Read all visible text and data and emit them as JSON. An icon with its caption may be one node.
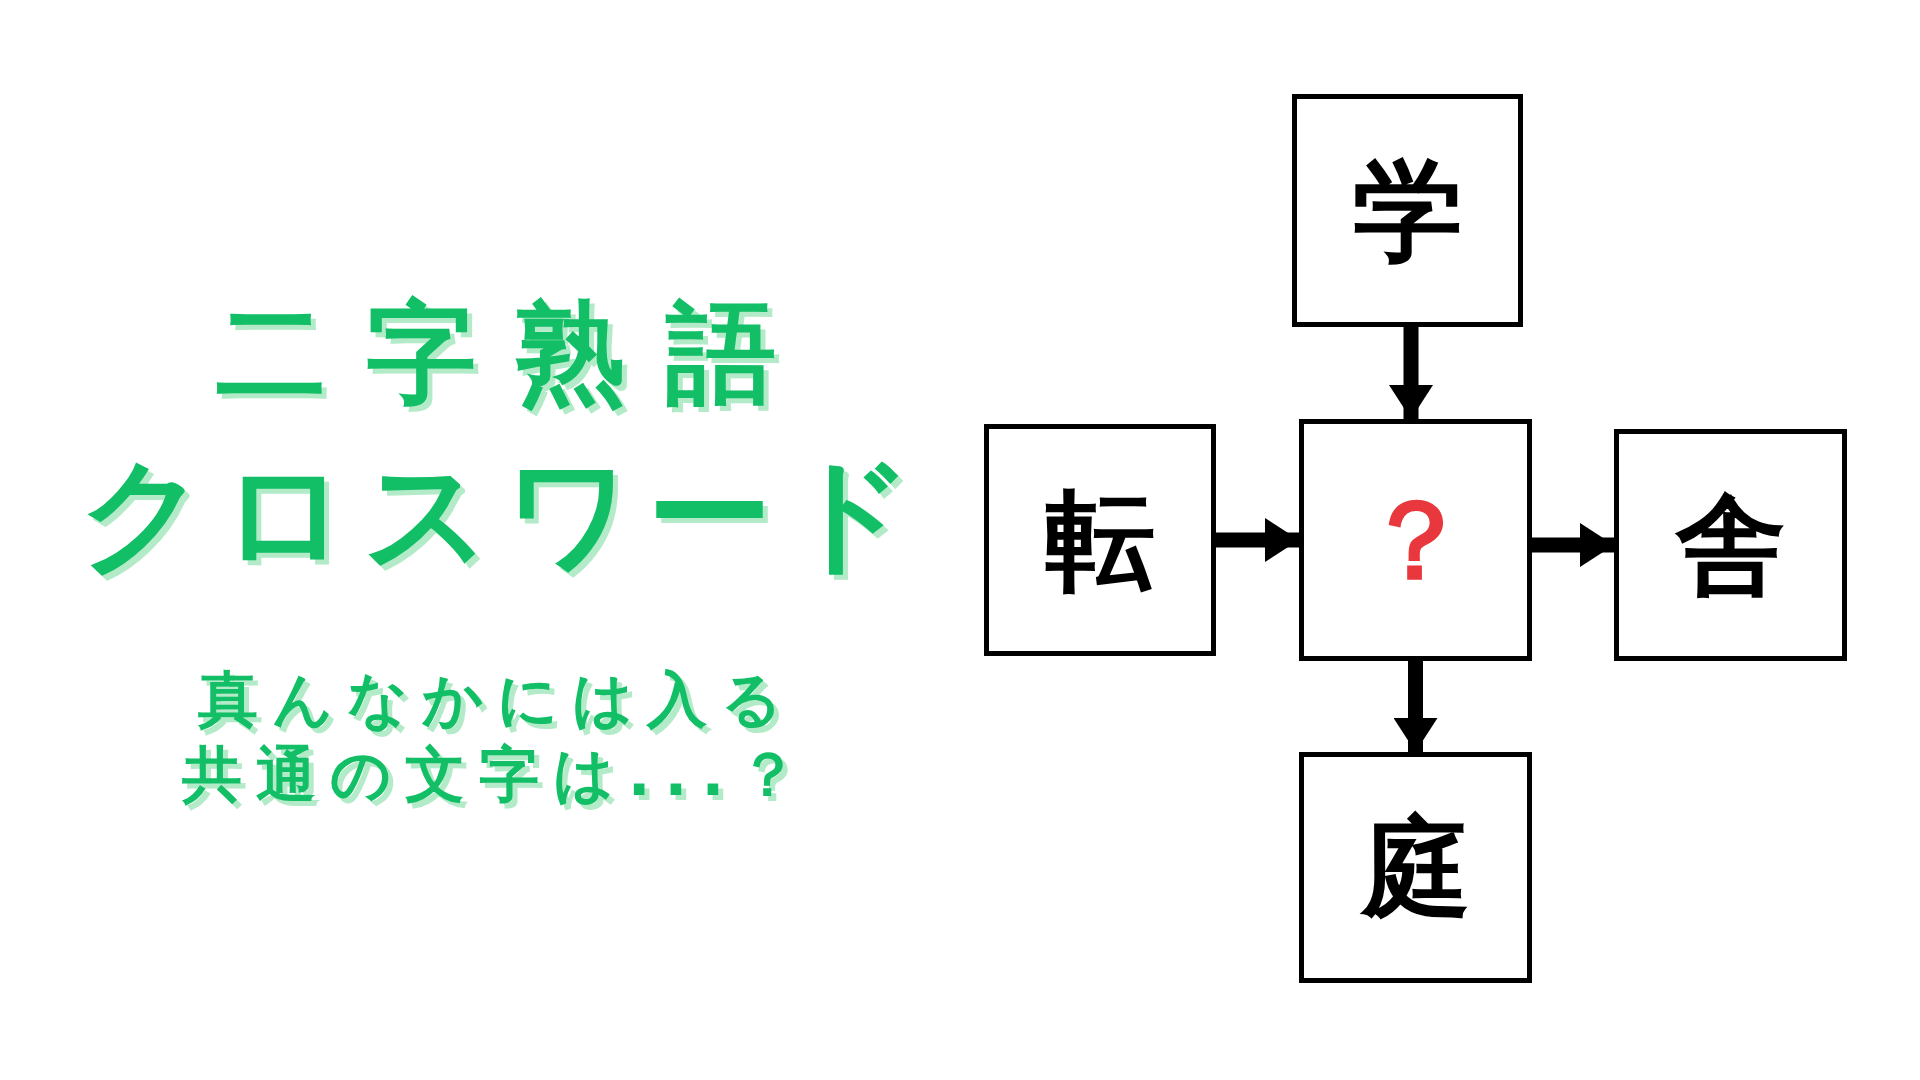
{
  "diagram": {
    "title": "二字熟語",
    "nodes": [
      {
        "text": [
          "学"
        ]
      },
      {
        "text": [
          "転"
        ]
      },
      {
        "text": [
          "？"
        ]
      },
      {
        "text": [
          "舎"
        ]
      },
      {
        "text": [
          "庭"
        ]
      }
    ],
    "edges": [
      {
        "from": 0,
        "to": 2,
        "arrow": "to"
      },
      {
        "from": 1,
        "to": 2,
        "arrow": "to"
      },
      {
        "from": 2,
        "to": 3,
        "arrow": "to"
      },
      {
        "from": 2,
        "to": 4,
        "arrow": "to"
      }
    ],
    "labels": [
      "クロスワード",
      "真んなかには入る",
      "共通の文字は...？"
    ]
  }
}
